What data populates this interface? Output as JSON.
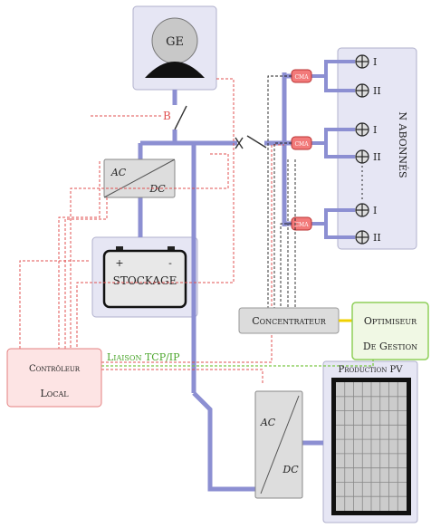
{
  "labels": {
    "generator": "GE",
    "breaker_label": "B",
    "inverter_top_ac": "AC",
    "inverter_top_dc": "DC",
    "battery_plus": "+",
    "battery_minus": "-",
    "storage": "STOCKAGE",
    "subscribers": "N ABONNÉS",
    "meter": "CMA",
    "outlet_1": "I",
    "outlet_2": "II",
    "concentrator": "Concentrateur",
    "optimizer_line1": "Optimiseur",
    "optimizer_line2": "De Gestion",
    "controller_line1": "Contrôleur",
    "controller_line2": "Local",
    "tcp_link": "Liaison TCP/IP",
    "pv_title": "Production PV",
    "inverter_bottom_ac": "AC",
    "inverter_bottom_dc": "DC"
  },
  "colors": {
    "bus": "#8c8fd2",
    "panel_bg": "#e6e6f4",
    "panel_border": "#b0b0cc",
    "control_line": "#e05050",
    "data_line": "#222222",
    "tcp_line": "#7ac843",
    "tcp_text": "#4aa52a",
    "meter_fill": "#f27a7a",
    "controller_fill": "#fde4e4",
    "optimizer_fill": "#f0f8e4",
    "optimizer_border": "#8fcf5a"
  },
  "icons": {
    "generator": "generator-icon",
    "battery": "battery-icon",
    "outlet": "outlet-icon",
    "pv_panel": "solar-panel-icon",
    "switch": "switch-icon"
  }
}
